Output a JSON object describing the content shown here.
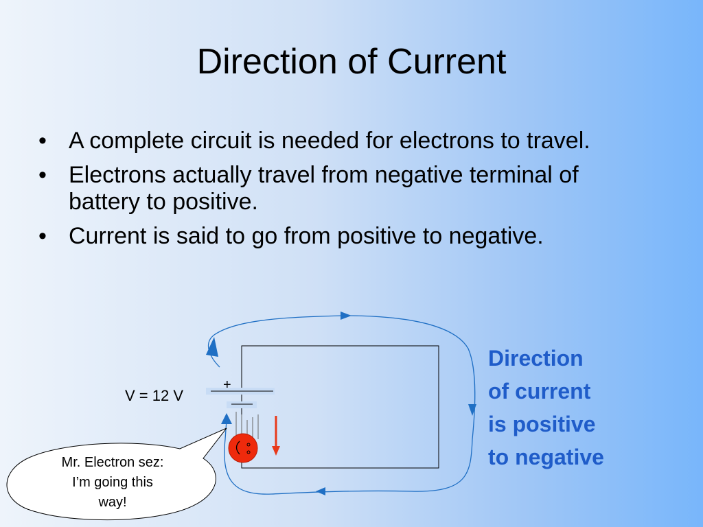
{
  "slide": {
    "title": "Direction of Current",
    "bullets": [
      "A complete circuit is needed for electrons to travel.",
      "Electrons actually travel from negative terminal of battery to positive.",
      "Current is said to go from positive to negative."
    ]
  },
  "diagram": {
    "voltage_label": "V = 12 V",
    "plus_label": "+",
    "side_note": [
      "Direction",
      "of current",
      "is positive",
      "to negative"
    ],
    "speech_bubble": [
      "Mr. Electron sez:",
      "I’m going this",
      "way!"
    ]
  },
  "colors": {
    "title": "#000000",
    "side_note": "#1f5cc9",
    "current_arrow": "#1f6fc4",
    "electron": "#ee2a0c",
    "electron_arrow": "#e8391a"
  }
}
